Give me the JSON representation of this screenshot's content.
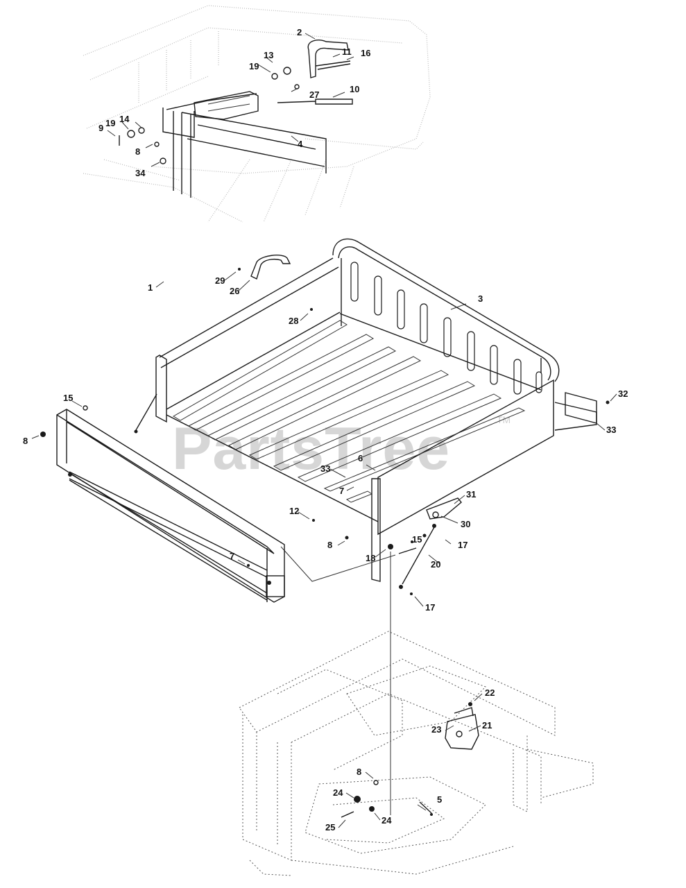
{
  "watermark": {
    "text": "PartsTree",
    "tm": "TM"
  },
  "callouts": [
    {
      "id": "c1",
      "label": "1"
    },
    {
      "id": "c2",
      "label": "2"
    },
    {
      "id": "c3",
      "label": "3"
    },
    {
      "id": "c4",
      "label": "4"
    },
    {
      "id": "c5",
      "label": "5"
    },
    {
      "id": "c6",
      "label": "6"
    },
    {
      "id": "c7a",
      "label": "7"
    },
    {
      "id": "c7b",
      "label": "7"
    },
    {
      "id": "c8a",
      "label": "8"
    },
    {
      "id": "c8b",
      "label": "8"
    },
    {
      "id": "c8c",
      "label": "8"
    },
    {
      "id": "c8d",
      "label": "8"
    },
    {
      "id": "c9",
      "label": "9"
    },
    {
      "id": "c10",
      "label": "10"
    },
    {
      "id": "c11",
      "label": "11"
    },
    {
      "id": "c12",
      "label": "12"
    },
    {
      "id": "c13",
      "label": "13"
    },
    {
      "id": "c14",
      "label": "14"
    },
    {
      "id": "c15a",
      "label": "15"
    },
    {
      "id": "c15b",
      "label": "15"
    },
    {
      "id": "c16",
      "label": "16"
    },
    {
      "id": "c17a",
      "label": "17"
    },
    {
      "id": "c17b",
      "label": "17"
    },
    {
      "id": "c18",
      "label": "18"
    },
    {
      "id": "c19a",
      "label": "19"
    },
    {
      "id": "c19b",
      "label": "19"
    },
    {
      "id": "c20",
      "label": "20"
    },
    {
      "id": "c21",
      "label": "21"
    },
    {
      "id": "c22",
      "label": "22"
    },
    {
      "id": "c23",
      "label": "23"
    },
    {
      "id": "c24a",
      "label": "24"
    },
    {
      "id": "c24b",
      "label": "24"
    },
    {
      "id": "c25",
      "label": "25"
    },
    {
      "id": "c26",
      "label": "26"
    },
    {
      "id": "c27",
      "label": "27"
    },
    {
      "id": "c28",
      "label": "28"
    },
    {
      "id": "c29",
      "label": "29"
    },
    {
      "id": "c30",
      "label": "30"
    },
    {
      "id": "c31",
      "label": "31"
    },
    {
      "id": "c32",
      "label": "32"
    },
    {
      "id": "c33a",
      "label": "33"
    },
    {
      "id": "c33b",
      "label": "33"
    },
    {
      "id": "c34",
      "label": "34"
    }
  ]
}
